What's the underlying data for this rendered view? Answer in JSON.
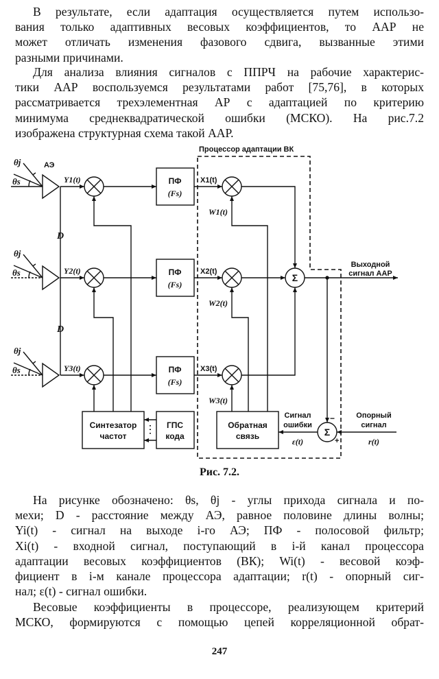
{
  "paragraph_1": {
    "lines": [
      "В результате, если адаптация осуществляется путем использо-",
      "вания только адаптивных весовых коэффициентов, то ААР не",
      "может отличать изменения фазового сдвига, вызванные этими",
      "разными причинами."
    ]
  },
  "paragraph_2": {
    "lines": [
      "Для анализа влияния сигналов с ППРЧ на рабочие характерис-",
      "тики ААР воспользуемся результатами работ [75,76], в которых",
      "рассматривается трехэлементная АР с адаптацией по критерию",
      "минимума среднеквадратической ошибки (МСКО). На рис.7.2",
      "изображена структурная схема такой ААР."
    ]
  },
  "figure": {
    "processor_title": "Процессор адаптации ВК",
    "antenna_label": "АЭ",
    "theta_j": "θj",
    "theta_s": "θs",
    "spacing_label": "D",
    "channels": [
      {
        "y_label": "Y1(t)",
        "filter_top": "ПФ",
        "filter_bottom": "(Fs)",
        "x_label": "X1(t)",
        "w_label": "W1(t)"
      },
      {
        "y_label": "Y2(t)",
        "filter_top": "ПФ",
        "filter_bottom": "(Fs)",
        "x_label": "X2(t)",
        "w_label": "W2(t)"
      },
      {
        "y_label": "Y3(t)",
        "filter_top": "ПФ",
        "filter_bottom": "(Fs)",
        "x_label": "X3(t)",
        "w_label": "W3(t)"
      }
    ],
    "sum_symbol": "Σ",
    "output_label_1": "Выходной",
    "output_label_2": "сигнал ААР",
    "synth_line_1": "Синтезатор",
    "synth_line_2": "частот",
    "gps_line_1": "ГПС",
    "gps_line_2": "кода",
    "feedback_line_1": "Обратная",
    "feedback_line_2": "связь",
    "error_label_1": "Сигнал",
    "error_label_2": "ошибки",
    "error_symbol": "ε(t)",
    "reference_label_1": "Опорный",
    "reference_label_2": "сигнал",
    "reference_symbol": "r(t)",
    "minus_sign": "−",
    "plus_sign": "+",
    "caption": "Рис. 7.2."
  },
  "paragraph_3": {
    "lines": [
      "На рисунке обозначено: θs, θj  - углы прихода сигнала и по-",
      "мехи; D - расстояние между АЭ, равное половине длины волны;",
      "Yi(t) - сигнал на выходе i-го АЭ; ПФ - полосовой фильтр;",
      "Xi(t) - входной сигнал, поступающий в i-й канал процессора",
      "адаптации весовых коэффициентов (ВК); Wi(t) - весовой коэф-",
      "фициент в i-м канале процессора адаптации; r(t) - опорный сиг-",
      "нал; ε(t) - сигнал ошибки."
    ]
  },
  "paragraph_4": {
    "lines": [
      "Весовые коэффициенты в процессоре, реализующем критерий",
      "МСКО, формируются с помощью цепей корреляционной обрат-"
    ]
  },
  "page_number": "247"
}
